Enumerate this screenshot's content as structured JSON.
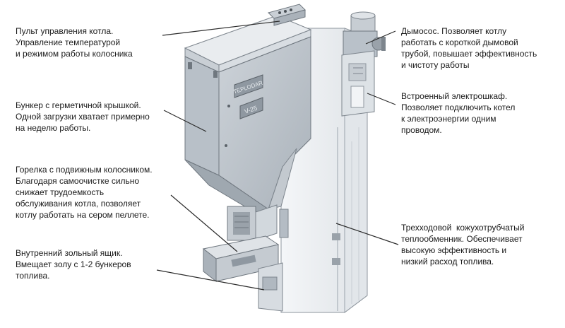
{
  "diagram": {
    "nameplate": "TEPLODAR",
    "model": "V-25"
  },
  "labels": {
    "control_panel": [
      "Пульт управления котла.",
      "Управление температурой",
      "и режимом работы колосника"
    ],
    "hopper": [
      "Бункер с герметичной крышкой.",
      "Одной загрузки хватает примерно",
      "на неделю работы."
    ],
    "burner": [
      "Горелка с подвижным колосником.",
      "Благодаря самоочистке сильно",
      "снижает трудоемкость",
      "обслуживания котла, позволяет",
      "котлу работать на сером пеллете."
    ],
    "ash_box": [
      "Внутренний зольный ящик.",
      "Вмещает золу с 1-2 бункеров",
      "топлива."
    ],
    "fan": [
      "Дымосос. Позволяет котлу",
      "работать с короткой дымовой",
      "трубой, повышает эффективность",
      "и чистоту работы"
    ],
    "electric_cabinet": [
      "Встроенный электрошкаф.",
      "Позволяет подключить котел",
      "к электроэнергии одним",
      "проводом."
    ],
    "heat_exchanger": [
      "Трехходовой  кожухотрубчатый",
      "теплообменник. Обеспечивает",
      "высокую эффективность и",
      "низкий расход топлива."
    ]
  },
  "colors": {
    "text": "#1a1a1a",
    "leader": "#2b2b2b",
    "metal_light": "#e6eaee",
    "metal_mid": "#b9c1c9",
    "metal_dark": "#7d858d"
  }
}
